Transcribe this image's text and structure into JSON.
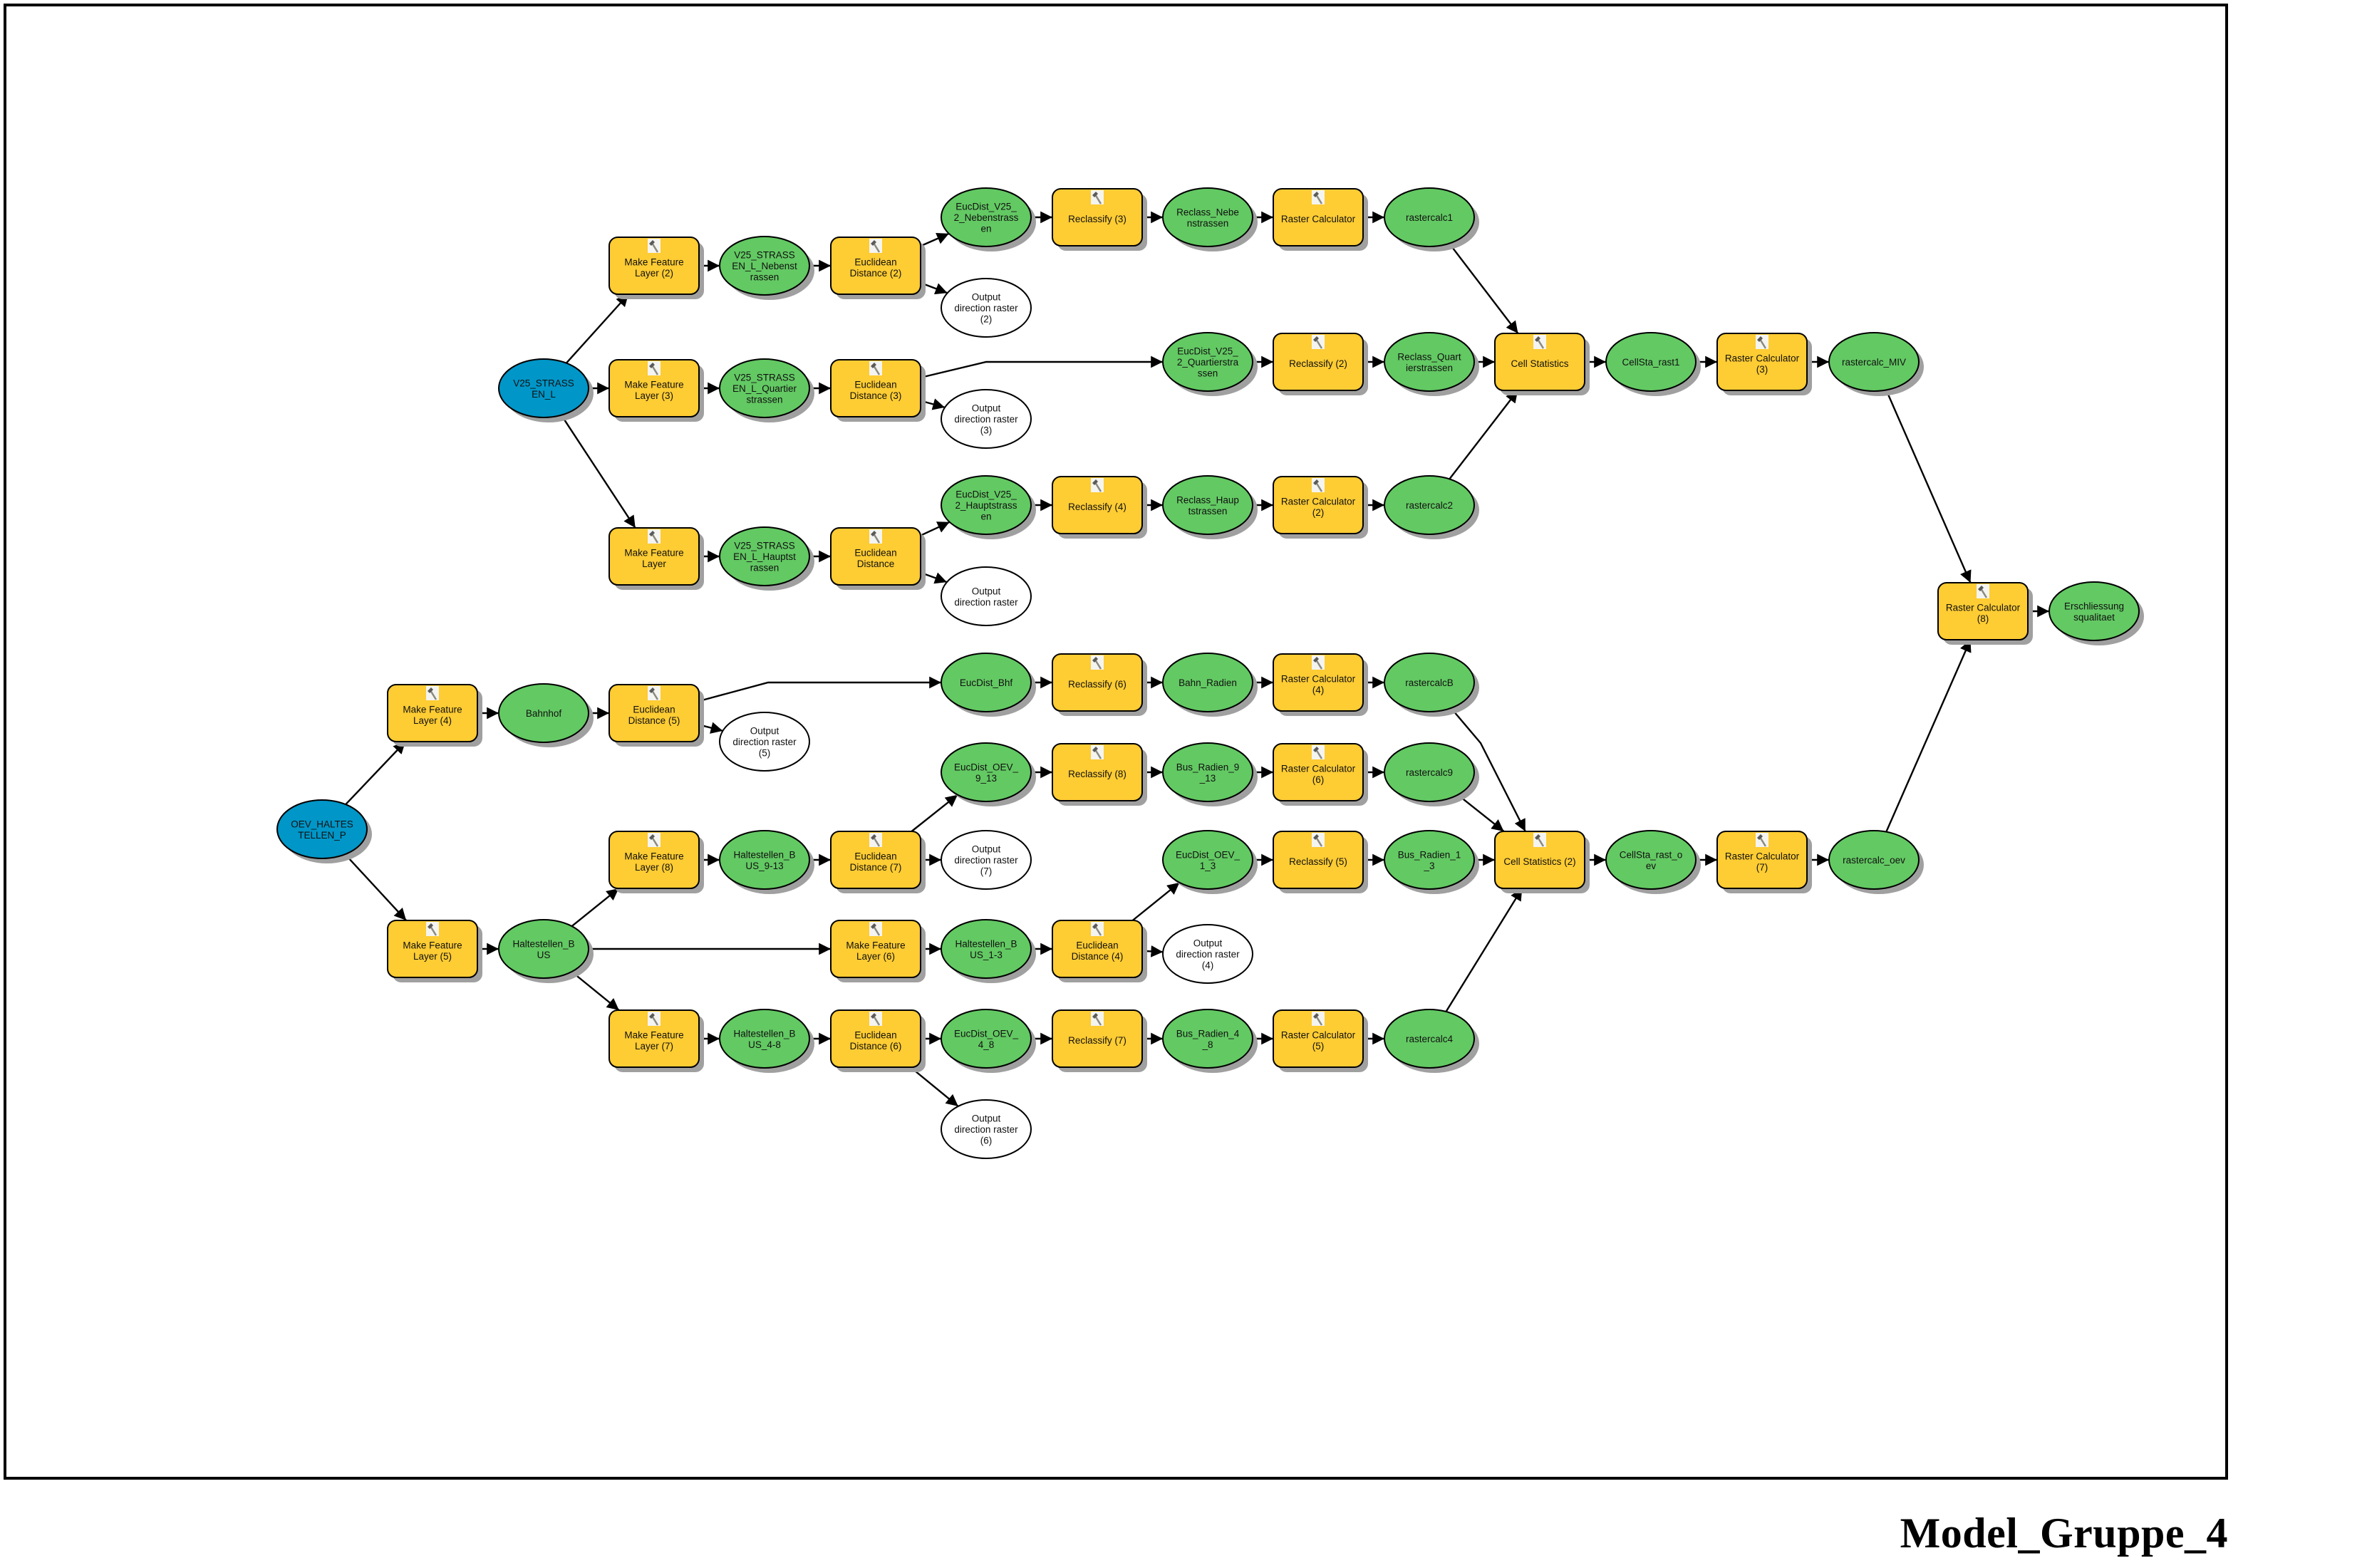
{
  "title": "Model_Gruppe_4",
  "colors": {
    "tool": "#fecc33",
    "derived_data": "#63c963",
    "input_data": "#0096c8",
    "intermediate_output": "#ffffff",
    "stroke": "#000000",
    "shadow": "#a0a0a0"
  },
  "nodes": [
    {
      "id": "v25_strassen_l",
      "kind": "input",
      "lines": [
        "V25_STRASS",
        "EN_L"
      ]
    },
    {
      "id": "mfl2",
      "kind": "tool",
      "icon": "hammer-icon",
      "lines": [
        "Make Feature",
        "Layer (2)"
      ]
    },
    {
      "id": "v25_neben",
      "kind": "data",
      "lines": [
        "V25_STRASS",
        "EN_L_Nebenst",
        "rassen"
      ]
    },
    {
      "id": "eucd2",
      "kind": "tool",
      "icon": "hammer-icon",
      "lines": [
        "Euclidean",
        "Distance (2)"
      ]
    },
    {
      "id": "eucdist_neben",
      "kind": "data",
      "lines": [
        "EucDist_V25_",
        "2_Nebenstrass",
        "en"
      ]
    },
    {
      "id": "out2",
      "kind": "output",
      "lines": [
        "Output",
        "direction raster",
        "(2)"
      ]
    },
    {
      "id": "recl3",
      "kind": "tool",
      "icon": "hammer-icon",
      "lines": [
        "Reclassify (3)"
      ]
    },
    {
      "id": "reclass_neben",
      "kind": "data",
      "lines": [
        "Reclass_Nebe",
        "nstrassen"
      ]
    },
    {
      "id": "rc1",
      "kind": "tool",
      "icon": "hammer-icon",
      "lines": [
        "Raster Calculator"
      ]
    },
    {
      "id": "rastercalc1",
      "kind": "data",
      "lines": [
        "rastercalc1"
      ]
    },
    {
      "id": "mfl3",
      "kind": "tool",
      "icon": "hammer-icon",
      "lines": [
        "Make Feature",
        "Layer (3)"
      ]
    },
    {
      "id": "v25_quart",
      "kind": "data",
      "lines": [
        "V25_STRASS",
        "EN_L_Quartier",
        "strassen"
      ]
    },
    {
      "id": "eucd3",
      "kind": "tool",
      "icon": "hammer-icon",
      "lines": [
        "Euclidean",
        "Distance (3)"
      ]
    },
    {
      "id": "out3",
      "kind": "output",
      "lines": [
        "Output",
        "direction raster",
        "(3)"
      ]
    },
    {
      "id": "eucdist_quart",
      "kind": "data",
      "lines": [
        "EucDist_V25_",
        "2_Quartierstra",
        "ssen"
      ]
    },
    {
      "id": "recl2",
      "kind": "tool",
      "icon": "hammer-icon",
      "lines": [
        "Reclassify (2)"
      ]
    },
    {
      "id": "reclass_quart",
      "kind": "data",
      "lines": [
        "Reclass_Quart",
        "ierstrassen"
      ]
    },
    {
      "id": "cellstat1",
      "kind": "tool",
      "icon": "hammer-icon",
      "lines": [
        "Cell Statistics"
      ]
    },
    {
      "id": "cellsta_rast1",
      "kind": "data",
      "lines": [
        "CellSta_rast1"
      ]
    },
    {
      "id": "rc3",
      "kind": "tool",
      "icon": "hammer-icon",
      "lines": [
        "Raster Calculator",
        "(3)"
      ]
    },
    {
      "id": "rastercalc_miv",
      "kind": "data",
      "lines": [
        "rastercalc_MIV"
      ]
    },
    {
      "id": "mfl1",
      "kind": "tool",
      "icon": "hammer-icon",
      "lines": [
        "Make Feature",
        "Layer"
      ]
    },
    {
      "id": "v25_haupt",
      "kind": "data",
      "lines": [
        "V25_STRASS",
        "EN_L_Hauptst",
        "rassen"
      ]
    },
    {
      "id": "eucd1",
      "kind": "tool",
      "icon": "hammer-icon",
      "lines": [
        "Euclidean",
        "Distance"
      ]
    },
    {
      "id": "eucdist_haupt",
      "kind": "data",
      "lines": [
        "EucDist_V25_",
        "2_Hauptstrass",
        "en"
      ]
    },
    {
      "id": "out1",
      "kind": "output",
      "lines": [
        "Output",
        "direction raster"
      ]
    },
    {
      "id": "recl4",
      "kind": "tool",
      "icon": "hammer-icon",
      "lines": [
        "Reclassify (4)"
      ]
    },
    {
      "id": "reclass_haupt",
      "kind": "data",
      "lines": [
        "Reclass_Haup",
        "tstrassen"
      ]
    },
    {
      "id": "rc2",
      "kind": "tool",
      "icon": "hammer-icon",
      "lines": [
        "Raster Calculator",
        "(2)"
      ]
    },
    {
      "id": "rastercalc2",
      "kind": "data",
      "lines": [
        "rastercalc2"
      ]
    },
    {
      "id": "rc8",
      "kind": "tool",
      "icon": "hammer-icon",
      "lines": [
        "Raster Calculator",
        "(8)"
      ]
    },
    {
      "id": "erschliessung",
      "kind": "data",
      "lines": [
        "Erschliessung",
        "squalitaet"
      ]
    },
    {
      "id": "oev_haltestellen_p",
      "kind": "input",
      "lines": [
        "OEV_HALTES",
        "TELLEN_P"
      ]
    },
    {
      "id": "mfl4",
      "kind": "tool",
      "icon": "hammer-icon",
      "lines": [
        "Make Feature",
        "Layer (4)"
      ]
    },
    {
      "id": "bahnhof",
      "kind": "data",
      "lines": [
        "Bahnhof"
      ]
    },
    {
      "id": "eucd5",
      "kind": "tool",
      "icon": "hammer-icon",
      "lines": [
        "Euclidean",
        "Distance (5)"
      ]
    },
    {
      "id": "out5",
      "kind": "output",
      "lines": [
        "Output",
        "direction raster",
        "(5)"
      ]
    },
    {
      "id": "eucdist_bhf",
      "kind": "data",
      "lines": [
        "EucDist_Bhf"
      ]
    },
    {
      "id": "recl6",
      "kind": "tool",
      "icon": "hammer-icon",
      "lines": [
        "Reclassify (6)"
      ]
    },
    {
      "id": "bahn_radien",
      "kind": "data",
      "lines": [
        "Bahn_Radien"
      ]
    },
    {
      "id": "rc4",
      "kind": "tool",
      "icon": "hammer-icon",
      "lines": [
        "Raster Calculator",
        "(4)"
      ]
    },
    {
      "id": "rastercalcB",
      "kind": "data",
      "lines": [
        "rastercalcB"
      ]
    },
    {
      "id": "mfl5",
      "kind": "tool",
      "icon": "hammer-icon",
      "lines": [
        "Make Feature",
        "Layer (5)"
      ]
    },
    {
      "id": "haltestellen_bus",
      "kind": "data",
      "lines": [
        "Haltestellen_B",
        "US"
      ]
    },
    {
      "id": "mfl8",
      "kind": "tool",
      "icon": "hammer-icon",
      "lines": [
        "Make Feature",
        "Layer (8)"
      ]
    },
    {
      "id": "hs_bus_9_13",
      "kind": "data",
      "lines": [
        "Haltestellen_B",
        "US_9-13"
      ]
    },
    {
      "id": "eucd7",
      "kind": "tool",
      "icon": "hammer-icon",
      "lines": [
        "Euclidean",
        "Distance (7)"
      ]
    },
    {
      "id": "out7",
      "kind": "output",
      "lines": [
        "Output",
        "direction raster",
        "(7)"
      ]
    },
    {
      "id": "eucdist_oev_9_13",
      "kind": "data",
      "lines": [
        "EucDist_OEV_",
        "9_13"
      ]
    },
    {
      "id": "recl8",
      "kind": "tool",
      "icon": "hammer-icon",
      "lines": [
        "Reclassify (8)"
      ]
    },
    {
      "id": "bus_radien_9_13",
      "kind": "data",
      "lines": [
        "Bus_Radien_9",
        "_13"
      ]
    },
    {
      "id": "rc6",
      "kind": "tool",
      "icon": "hammer-icon",
      "lines": [
        "Raster Calculator",
        "(6)"
      ]
    },
    {
      "id": "rastercalc9",
      "kind": "data",
      "lines": [
        "rastercalc9"
      ]
    },
    {
      "id": "mfl6",
      "kind": "tool",
      "icon": "hammer-icon",
      "lines": [
        "Make Feature",
        "Layer (6)"
      ]
    },
    {
      "id": "hs_bus_1_3",
      "kind": "data",
      "lines": [
        "Haltestellen_B",
        "US_1-3"
      ]
    },
    {
      "id": "eucd4",
      "kind": "tool",
      "icon": "hammer-icon",
      "lines": [
        "Euclidean",
        "Distance (4)"
      ]
    },
    {
      "id": "out4",
      "kind": "output",
      "lines": [
        "Output",
        "direction raster",
        "(4)"
      ]
    },
    {
      "id": "eucdist_oev_1_3",
      "kind": "data",
      "lines": [
        "EucDist_OEV_",
        "1_3"
      ]
    },
    {
      "id": "recl5",
      "kind": "tool",
      "icon": "hammer-icon",
      "lines": [
        "Reclassify (5)"
      ]
    },
    {
      "id": "bus_radien_1_3",
      "kind": "data",
      "lines": [
        "Bus_Radien_1",
        "_3"
      ]
    },
    {
      "id": "cellstat2",
      "kind": "tool",
      "icon": "hammer-icon",
      "lines": [
        "Cell Statistics (2)"
      ]
    },
    {
      "id": "cellsta_rast_oev",
      "kind": "data",
      "lines": [
        "CellSta_rast_o",
        "ev"
      ]
    },
    {
      "id": "rc7",
      "kind": "tool",
      "icon": "hammer-icon",
      "lines": [
        "Raster Calculator",
        "(7)"
      ]
    },
    {
      "id": "rastercalc_oev",
      "kind": "data",
      "lines": [
        "rastercalc_oev"
      ]
    },
    {
      "id": "mfl7",
      "kind": "tool",
      "icon": "hammer-icon",
      "lines": [
        "Make Feature",
        "Layer (7)"
      ]
    },
    {
      "id": "hs_bus_4_8",
      "kind": "data",
      "lines": [
        "Haltestellen_B",
        "US_4-8"
      ]
    },
    {
      "id": "eucd6",
      "kind": "tool",
      "icon": "hammer-icon",
      "lines": [
        "Euclidean",
        "Distance (6)"
      ]
    },
    {
      "id": "eucdist_oev_4_8",
      "kind": "data",
      "lines": [
        "EucDist_OEV_",
        "4_8"
      ]
    },
    {
      "id": "out6",
      "kind": "output",
      "lines": [
        "Output",
        "direction raster",
        "(6)"
      ]
    },
    {
      "id": "recl7",
      "kind": "tool",
      "icon": "hammer-icon",
      "lines": [
        "Reclassify (7)"
      ]
    },
    {
      "id": "bus_radien_4_8",
      "kind": "data",
      "lines": [
        "Bus_Radien_4",
        "_8"
      ]
    },
    {
      "id": "rc5",
      "kind": "tool",
      "icon": "hammer-icon",
      "lines": [
        "Raster Calculator",
        "(5)"
      ]
    },
    {
      "id": "rastercalc4",
      "kind": "data",
      "lines": [
        "rastercalc4"
      ]
    }
  ],
  "edges": [
    [
      "v25_strassen_l",
      "mfl2"
    ],
    [
      "v25_strassen_l",
      "mfl3"
    ],
    [
      "v25_strassen_l",
      "mfl1"
    ],
    [
      "mfl2",
      "v25_neben"
    ],
    [
      "v25_neben",
      "eucd2"
    ],
    [
      "eucd2",
      "eucdist_neben"
    ],
    [
      "eucd2",
      "out2"
    ],
    [
      "eucdist_neben",
      "recl3"
    ],
    [
      "recl3",
      "reclass_neben"
    ],
    [
      "reclass_neben",
      "rc1"
    ],
    [
      "rc1",
      "rastercalc1"
    ],
    [
      "mfl3",
      "v25_quart"
    ],
    [
      "v25_quart",
      "eucd3"
    ],
    [
      "eucd3",
      "eucdist_quart"
    ],
    [
      "eucd3",
      "out3"
    ],
    [
      "eucdist_quart",
      "recl2"
    ],
    [
      "recl2",
      "reclass_quart"
    ],
    [
      "reclass_quart",
      "cellstat1"
    ],
    [
      "rastercalc1",
      "cellstat1"
    ],
    [
      "rastercalc2",
      "cellstat1"
    ],
    [
      "cellstat1",
      "cellsta_rast1"
    ],
    [
      "cellsta_rast1",
      "rc3"
    ],
    [
      "rc3",
      "rastercalc_miv"
    ],
    [
      "mfl1",
      "v25_haupt"
    ],
    [
      "v25_haupt",
      "eucd1"
    ],
    [
      "eucd1",
      "eucdist_haupt"
    ],
    [
      "eucd1",
      "out1"
    ],
    [
      "eucdist_haupt",
      "recl4"
    ],
    [
      "recl4",
      "reclass_haupt"
    ],
    [
      "reclass_haupt",
      "rc2"
    ],
    [
      "rc2",
      "rastercalc2"
    ],
    [
      "rastercalc_miv",
      "rc8"
    ],
    [
      "rastercalc_oev",
      "rc8"
    ],
    [
      "rc8",
      "erschliessung"
    ],
    [
      "oev_haltestellen_p",
      "mfl4"
    ],
    [
      "oev_haltestellen_p",
      "mfl5"
    ],
    [
      "mfl4",
      "bahnhof"
    ],
    [
      "bahnhof",
      "eucd5"
    ],
    [
      "eucd5",
      "eucdist_bhf"
    ],
    [
      "eucd5",
      "out5"
    ],
    [
      "eucdist_bhf",
      "recl6"
    ],
    [
      "recl6",
      "bahn_radien"
    ],
    [
      "bahn_radien",
      "rc4"
    ],
    [
      "rc4",
      "rastercalcB"
    ],
    [
      "mfl5",
      "haltestellen_bus"
    ],
    [
      "haltestellen_bus",
      "mfl8"
    ],
    [
      "haltestellen_bus",
      "mfl6"
    ],
    [
      "haltestellen_bus",
      "mfl7"
    ],
    [
      "mfl8",
      "hs_bus_9_13"
    ],
    [
      "hs_bus_9_13",
      "eucd7"
    ],
    [
      "eucd7",
      "eucdist_oev_9_13"
    ],
    [
      "eucd7",
      "out7"
    ],
    [
      "eucdist_oev_9_13",
      "recl8"
    ],
    [
      "recl8",
      "bus_radien_9_13"
    ],
    [
      "bus_radien_9_13",
      "rc6"
    ],
    [
      "rc6",
      "rastercalc9"
    ],
    [
      "mfl6",
      "hs_bus_1_3"
    ],
    [
      "hs_bus_1_3",
      "eucd4"
    ],
    [
      "eucd4",
      "eucdist_oev_1_3"
    ],
    [
      "eucd4",
      "out4"
    ],
    [
      "eucdist_oev_1_3",
      "recl5"
    ],
    [
      "recl5",
      "bus_radien_1_3"
    ],
    [
      "bus_radien_1_3",
      "cellstat2"
    ],
    [
      "rastercalcB",
      "cellstat2"
    ],
    [
      "rastercalc9",
      "cellstat2"
    ],
    [
      "rastercalc4",
      "cellstat2"
    ],
    [
      "cellstat2",
      "cellsta_rast_oev"
    ],
    [
      "cellsta_rast_oev",
      "rc7"
    ],
    [
      "rc7",
      "rastercalc_oev"
    ],
    [
      "mfl7",
      "hs_bus_4_8"
    ],
    [
      "hs_bus_4_8",
      "eucd6"
    ],
    [
      "eucd6",
      "eucdist_oev_4_8"
    ],
    [
      "eucd6",
      "out6"
    ],
    [
      "eucdist_oev_4_8",
      "recl7"
    ],
    [
      "recl7",
      "bus_radien_4_8"
    ],
    [
      "bus_radien_4_8",
      "rc5"
    ],
    [
      "rc5",
      "rastercalc4"
    ]
  ]
}
